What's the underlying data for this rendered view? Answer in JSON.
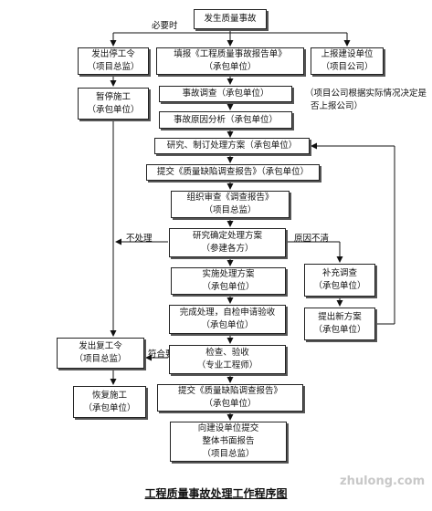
{
  "nodes": {
    "start": [
      "发生质量事故"
    ],
    "stop_order": [
      "发出停工令",
      "（项目总监）"
    ],
    "fill_report": [
      "填报《工程质量事故报告单》",
      "（承包单位）"
    ],
    "report_owner": [
      "上报建设单位",
      "（项目公司）"
    ],
    "suspend": [
      "暂停施工",
      "（承包单位）"
    ],
    "investigate": [
      "事故调查（承包单位）"
    ],
    "cause_analysis": [
      "事故原因分析（承包单位）"
    ],
    "study_plan": [
      "研究、制订处理方案（承包单位）"
    ],
    "submit_report": [
      "提交《质量缺陷调查报告》（承包单位）"
    ],
    "review": [
      "组织审查《调查报告》",
      "（项目总监）"
    ],
    "decide_plan": [
      "研究确定处理方案",
      "（参建各方）"
    ],
    "implement": [
      "实施处理方案",
      "（承包单位）"
    ],
    "supplement": [
      "补充调查",
      "（承包单位）"
    ],
    "new_plan": [
      "提出新方案",
      "（承包单位）"
    ],
    "complete": [
      "完成处理，自检申请验收",
      "（承包单位）"
    ],
    "inspect": [
      "检查、验收",
      "（专业工程师）"
    ],
    "resume_order": [
      "发出复工令",
      "（项目总监）"
    ],
    "resume": [
      "恢复施工",
      "（承包单位）"
    ],
    "submit_report2": [
      "提交《质量缺陷调查报告》",
      "（承包单位）"
    ],
    "final_report": [
      "向建设单位提交",
      "整体书面报告",
      "（项目总监）"
    ]
  },
  "labels": {
    "when_needed": "必要时",
    "note": [
      "（项目公司根据实际情况决定是",
      "否上报公司）"
    ],
    "no_treatment": "不处理",
    "cause_unclear": "原因不清",
    "meets_req": "符合要求"
  },
  "title": "工程质量事故处理工作程序图",
  "watermark": "zhulong.com"
}
